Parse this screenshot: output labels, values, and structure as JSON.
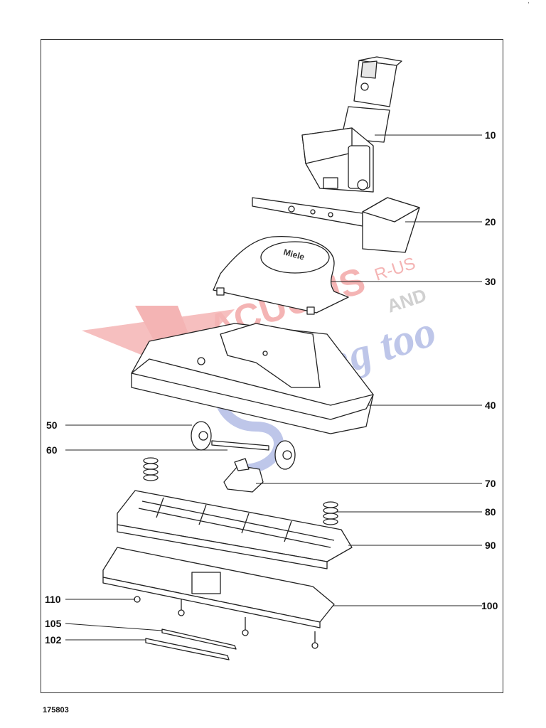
{
  "diagram": {
    "document_number": "175803",
    "corner_mark": ",",
    "logo_text": [
      "ACUUMS",
      "R-US",
      "AND",
      "Sewing too"
    ],
    "logo_colors": {
      "red": "#f3a8a8",
      "blue": "#b3bde6",
      "grey": "#c8c8c8"
    },
    "callouts": [
      {
        "id": "10",
        "side": "right"
      },
      {
        "id": "20",
        "side": "right"
      },
      {
        "id": "30",
        "side": "right"
      },
      {
        "id": "40",
        "side": "right"
      },
      {
        "id": "50",
        "side": "left"
      },
      {
        "id": "60",
        "side": "left"
      },
      {
        "id": "70",
        "side": "right"
      },
      {
        "id": "80",
        "side": "right"
      },
      {
        "id": "90",
        "side": "right"
      },
      {
        "id": "100",
        "side": "right"
      },
      {
        "id": "110",
        "side": "left"
      },
      {
        "id": "105",
        "side": "left"
      },
      {
        "id": "102",
        "side": "left"
      }
    ]
  }
}
